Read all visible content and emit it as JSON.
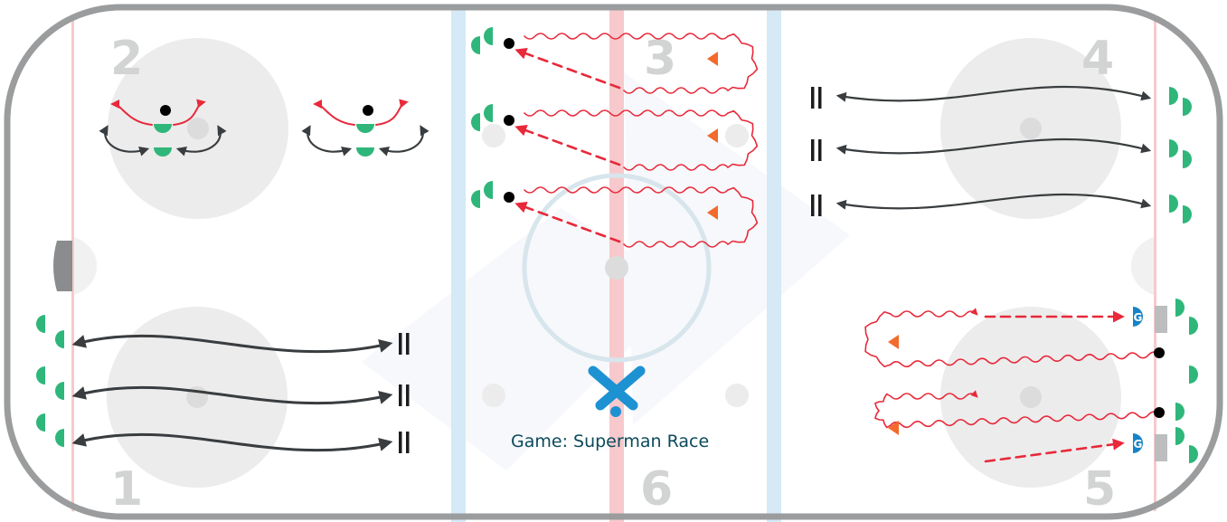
{
  "drill": {
    "game_label": "Game: Superman Race"
  },
  "stations": [
    {
      "number": "1"
    },
    {
      "number": "2"
    },
    {
      "number": "3"
    },
    {
      "number": "4"
    },
    {
      "number": "5"
    },
    {
      "number": "6"
    }
  ],
  "goalie_marker": "G",
  "colors": {
    "board": "#9a9c9d",
    "blue_line": "#d5e9f6",
    "red_line": "#f7c9cc",
    "circle": "#ececec",
    "player": "#2fb67a",
    "cone": "#f26a2c",
    "skate_path": "#e8293a",
    "neutral_path": "#3a3d3f",
    "goalie": "#1584c7",
    "logo": "#1d92d2"
  }
}
